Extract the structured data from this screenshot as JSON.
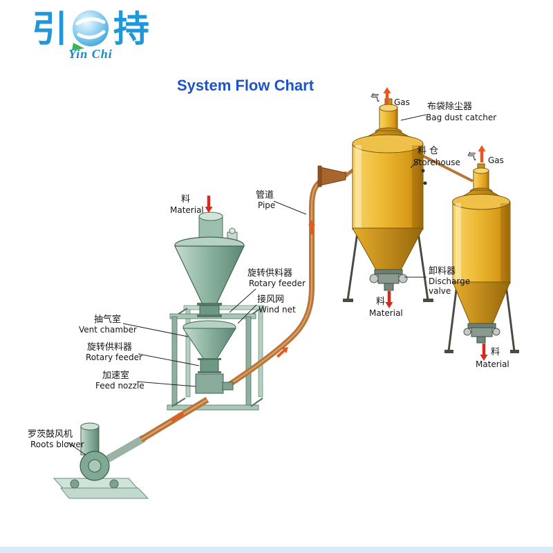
{
  "logo": {
    "char_left": "引",
    "char_right": "持",
    "subtitle": "Yin Chi"
  },
  "title": "System Flow Chart",
  "labels": {
    "material_in": {
      "zh": "料",
      "en": "Material"
    },
    "pipe": {
      "zh": "管道",
      "en": "Pipe"
    },
    "gas_silo1": {
      "zh": "气",
      "en": "Gas"
    },
    "bag_dust_catcher": {
      "zh": "布袋除尘器",
      "en": "Bag dust catcher"
    },
    "storehouse": {
      "zh": "料 仓",
      "en": "Storehouse"
    },
    "gas_silo2": {
      "zh": "气",
      "en": "Gas"
    },
    "rotary_feeder_upper": {
      "zh": "旋转供料器",
      "en": "Rotary feeder"
    },
    "wind_net": {
      "zh": "接风网",
      "en": "Wind net"
    },
    "vent_chamber": {
      "zh": "抽气室",
      "en": "Vent chamber"
    },
    "rotary_feeder_lower": {
      "zh": "旋转供料器",
      "en": "Rotary feeder"
    },
    "feed_nozzle": {
      "zh": "加速室",
      "en": "Feed nozzle"
    },
    "roots_blower": {
      "zh": "罗茨鼓风机",
      "en": "Roots blower"
    },
    "discharge_valve": {
      "zh": "卸料器",
      "en1": "Discharge",
      "en2": "valve"
    },
    "material_out_silo1": {
      "zh": "料",
      "en": "Material"
    },
    "material_out_silo2": {
      "zh": "料",
      "en": "Material"
    }
  },
  "colors": {
    "title_blue": "#1c54c8",
    "logo_blue": "#2196d8",
    "pipe_orange": "#b9763a",
    "equipment_green": "#8fb5a3",
    "silo_gold": "#e3a81e",
    "material_arrow_red": "#d8291a",
    "gas_arrow_orange": "#e8581e"
  }
}
